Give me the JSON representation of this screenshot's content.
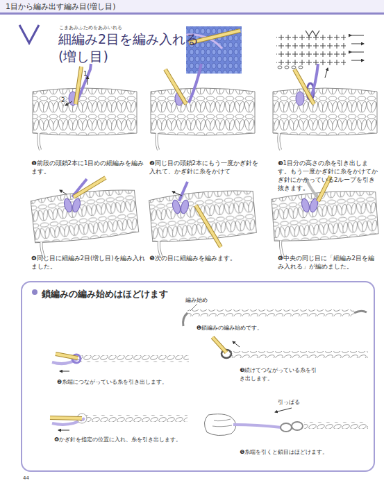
{
  "diagram": {
    "title": "細編み2目を編み入れる (増し目)",
    "nodes": [
      {
        "text": [
          "1目から編み出す編み目(増し目)"
        ]
      },
      {
        "text": [
          "鎖編みの編み始めはほどけます"
        ]
      }
    ],
    "labels": [
      "こまあみふためをあみいれる",
      "1",
      "2",
      "❶前段の頭鎖2本に1目めの細編みを編みます。",
      "❷同じ目の頭鎖2本にもう一度かぎ針を入れて、かぎ針に糸をかけて",
      "❸1目分の高さの糸を引き出します。もう一度かぎ針に糸をかけてかぎ針にかかっている2ループを引き抜きます。",
      "❹同じ目に細編み2目(増し目)を編み入れました。",
      "❺次の目に細編みを編みます。",
      "❻中央の同じ目に「細編み2目を編み入れる」が編めました。",
      "編み始め",
      "❶鎖編みの編み始めです。",
      "❷糸端につながっている糸を引き出します。",
      "❸続けてつながっている糸を引き出します。",
      "引っぱる",
      "❹かぎ針を指定の位置に入れ、糸を引き出します。",
      "❺糸端を引くと鎖目はほどけます。",
      "44"
    ]
  }
}
